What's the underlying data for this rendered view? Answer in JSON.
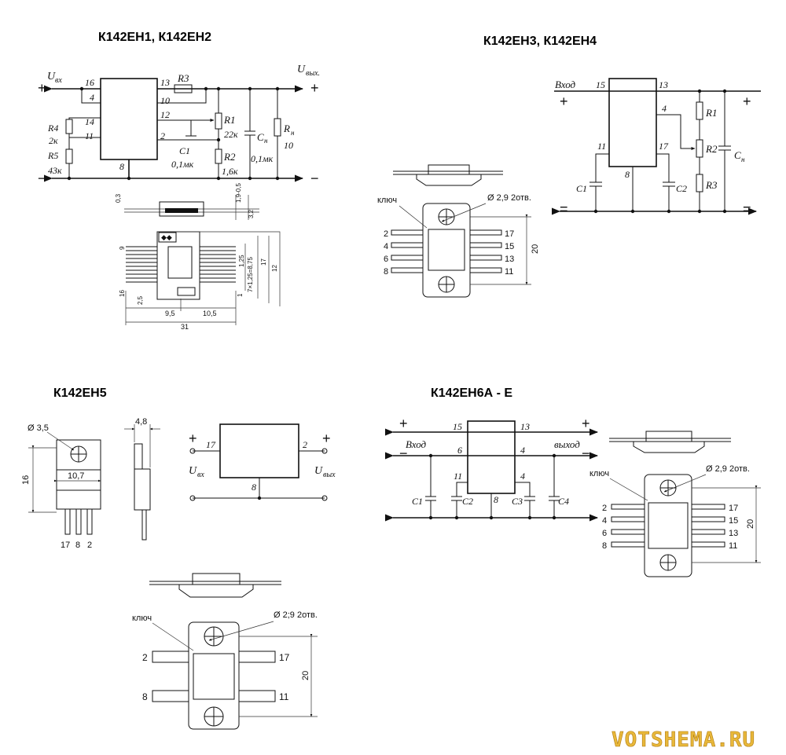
{
  "sections": {
    "eh12": {
      "title": "К142ЕН1,   К142ЕН2",
      "u_in": "U",
      "u_in_sub": "вх",
      "u_out": "U",
      "u_out_sub": "вых.",
      "plus": "+",
      "minus": "−",
      "pins": [
        "16",
        "4",
        "14",
        "11",
        "8",
        "13",
        "10",
        "12",
        "2"
      ],
      "r3": "R3",
      "r1": "R1",
      "r1_val": "22к",
      "r2": "R2",
      "r2_val": "1,6к",
      "r4": "R4",
      "r4_val": "2к",
      "r5": "R5",
      "r5_val": "43к",
      "c1": "C1",
      "c1_val": "0,1мк",
      "cn": "C",
      "cn_sub": "н",
      "cn_val": "0,1мк",
      "rn": "R",
      "rn_sub": "н",
      "rn_val": "10",
      "dims": [
        "0,3",
        "1,9-0,5",
        "3,2",
        "9",
        "1,25",
        "7×1,25=8,75",
        "17",
        "12",
        "16",
        "2,5",
        "1",
        "9,5",
        "10,5",
        "31"
      ]
    },
    "eh34": {
      "title": "К142ЕН3, К142ЕН4",
      "input": "Вход",
      "plus": "+",
      "eq": "=",
      "pins": [
        "15",
        "13",
        "4",
        "11",
        "17",
        "8"
      ],
      "r1": "R1",
      "r2": "R2",
      "r3": "R3",
      "c1": "C1",
      "c2": "C2",
      "cn": "C",
      "cn_sub": "н",
      "key": "ключ",
      "hole": "Ø 2,9  2отв.",
      "pin_left": [
        "2",
        "4",
        "6",
        "8"
      ],
      "pin_right": [
        "17",
        "15",
        "13",
        "11"
      ],
      "dim": "20"
    },
    "eh5": {
      "title": "К142ЕН5",
      "hole": "Ø 3,5",
      "w": "10,7",
      "h": "16",
      "thick": "4,8",
      "pins": [
        "17",
        "8",
        "2"
      ],
      "plus": "+",
      "u_in": "U",
      "u_in_sub": "вх",
      "u_out": "U",
      "u_out_sub": "вых",
      "block_pins": [
        "17",
        "2",
        "8"
      ],
      "key": "ключ",
      "hole2": "Ø 2;9  2отв.",
      "pin_left": [
        "2",
        "8"
      ],
      "pin_right": [
        "17",
        "11"
      ],
      "dim": "20"
    },
    "eh6": {
      "title": "К142ЕН6А - Е",
      "input": "Вход",
      "output": "выход",
      "plus": "+",
      "minus": "−",
      "pins": [
        "15",
        "13",
        "6",
        "4",
        "11",
        "4",
        "8"
      ],
      "caps": [
        "C1",
        "C2",
        "C3",
        "C4"
      ],
      "key": "ключ",
      "hole": "Ø 2,9  2отв.",
      "pin_left": [
        "2",
        "4",
        "6",
        "8"
      ],
      "pin_right": [
        "17",
        "15",
        "13",
        "11"
      ],
      "dim": "20"
    }
  },
  "watermark": "VOTSHEMA.RU"
}
